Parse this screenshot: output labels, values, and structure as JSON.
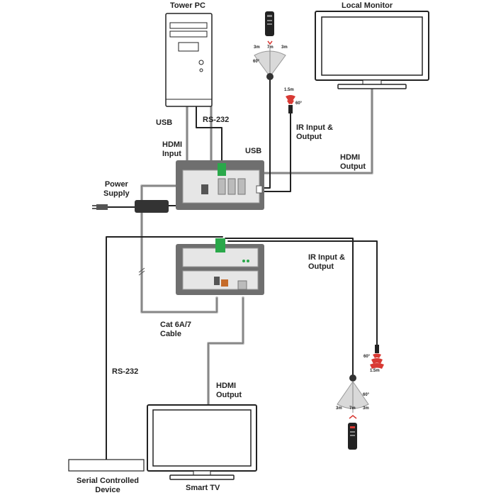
{
  "labels": {
    "tower_pc": "Tower PC",
    "local_monitor": "Local Monitor",
    "usb_top": "USB",
    "rs232_top": "RS-232",
    "hdmi_input_1": "HDMI",
    "hdmi_input_2": "Input",
    "usb_mid": "USB",
    "ir_top_1": "IR  Input  &",
    "ir_top_2": "Output",
    "hdmi_output_top_1": "HDMI",
    "hdmi_output_top_2": "Output",
    "power_supply_1": "Power",
    "power_supply_2": "Supply",
    "ir_bottom_1": "IR Input &",
    "ir_bottom_2": "Output",
    "cat_cable_1": "Cat 6A/7",
    "cat_cable_2": "Cable",
    "rs232_bottom": "RS-232",
    "hdmi_output_bottom_1": "HDMI",
    "hdmi_output_bottom_2": "Output",
    "serial_device_1": "Serial Controlled",
    "serial_device_2": "Device",
    "smart_tv": "Smart TV"
  },
  "ir_range": {
    "top_remote": {
      "left": "3m",
      "center": "7m",
      "right": "3m",
      "angle": "60°"
    },
    "top_emitter": {
      "distance": "1.5m",
      "angle": "60°"
    },
    "bottom_remote": {
      "left": "3m",
      "center": "7m",
      "right": "3m",
      "angle": "60°"
    },
    "bottom_emitter": {
      "distance": "1.5m",
      "angle": "60°"
    }
  },
  "colors": {
    "line": "#222222",
    "cable_gray": "#bdbdbd",
    "device_gray": "#6f6f6f",
    "panel_light": "#e6e6e6",
    "accent_green": "#2aa84a",
    "ir_red": "#d83a34"
  }
}
